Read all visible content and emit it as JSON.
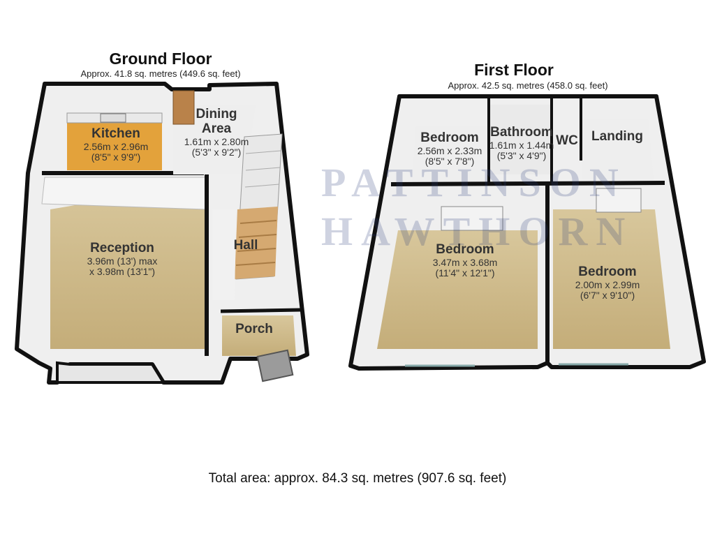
{
  "ground_floor": {
    "title": "Ground Floor",
    "area": "Approx. 41.8 sq. metres (449.6 sq. feet)",
    "rooms": {
      "kitchen": {
        "name": "Kitchen",
        "dim1": "2.56m x 2.96m",
        "dim2": "(8'5\" x 9'9\")"
      },
      "dining": {
        "name1": "Dining",
        "name2": "Area",
        "dim1": "1.61m x 2.80m",
        "dim2": "(5'3\" x 9'2\")"
      },
      "reception": {
        "name": "Reception",
        "dim1": "3.96m (13') max",
        "dim2": "x 3.98m (13'1\")"
      },
      "hall": {
        "name": "Hall"
      },
      "porch": {
        "name": "Porch"
      }
    }
  },
  "first_floor": {
    "title": "First Floor",
    "area": "Approx. 42.5 sq. metres (458.0 sq. feet)",
    "rooms": {
      "bedroom_small": {
        "name": "Bedroom",
        "dim1": "2.56m x 2.33m",
        "dim2": "(8'5\" x 7'8\")"
      },
      "bathroom": {
        "name": "Bathroom",
        "dim1": "1.61m x 1.44m",
        "dim2": "(5'3\" x 4'9\")"
      },
      "wc": {
        "name": "WC"
      },
      "landing": {
        "name": "Landing"
      },
      "bedroom_main": {
        "name": "Bedroom",
        "dim1": "3.47m x 3.68m",
        "dim2": "(11'4\" x 12'1\")"
      },
      "bedroom_right": {
        "name": "Bedroom",
        "dim1": "2.00m x 2.99m",
        "dim2": "(6'7\" x 9'10\")"
      }
    }
  },
  "watermark": {
    "line1": "PATTINSON",
    "line2": "HAWTHORN"
  },
  "total_area": "Total area: approx. 84.3 sq. metres (907.6 sq. feet)",
  "colors": {
    "floor": "#cdb98a",
    "kitchen_floor": "#e0a23a",
    "wall": "#111111",
    "wall_inner": "#f2f2f2",
    "brand_red": "#c8282f"
  }
}
